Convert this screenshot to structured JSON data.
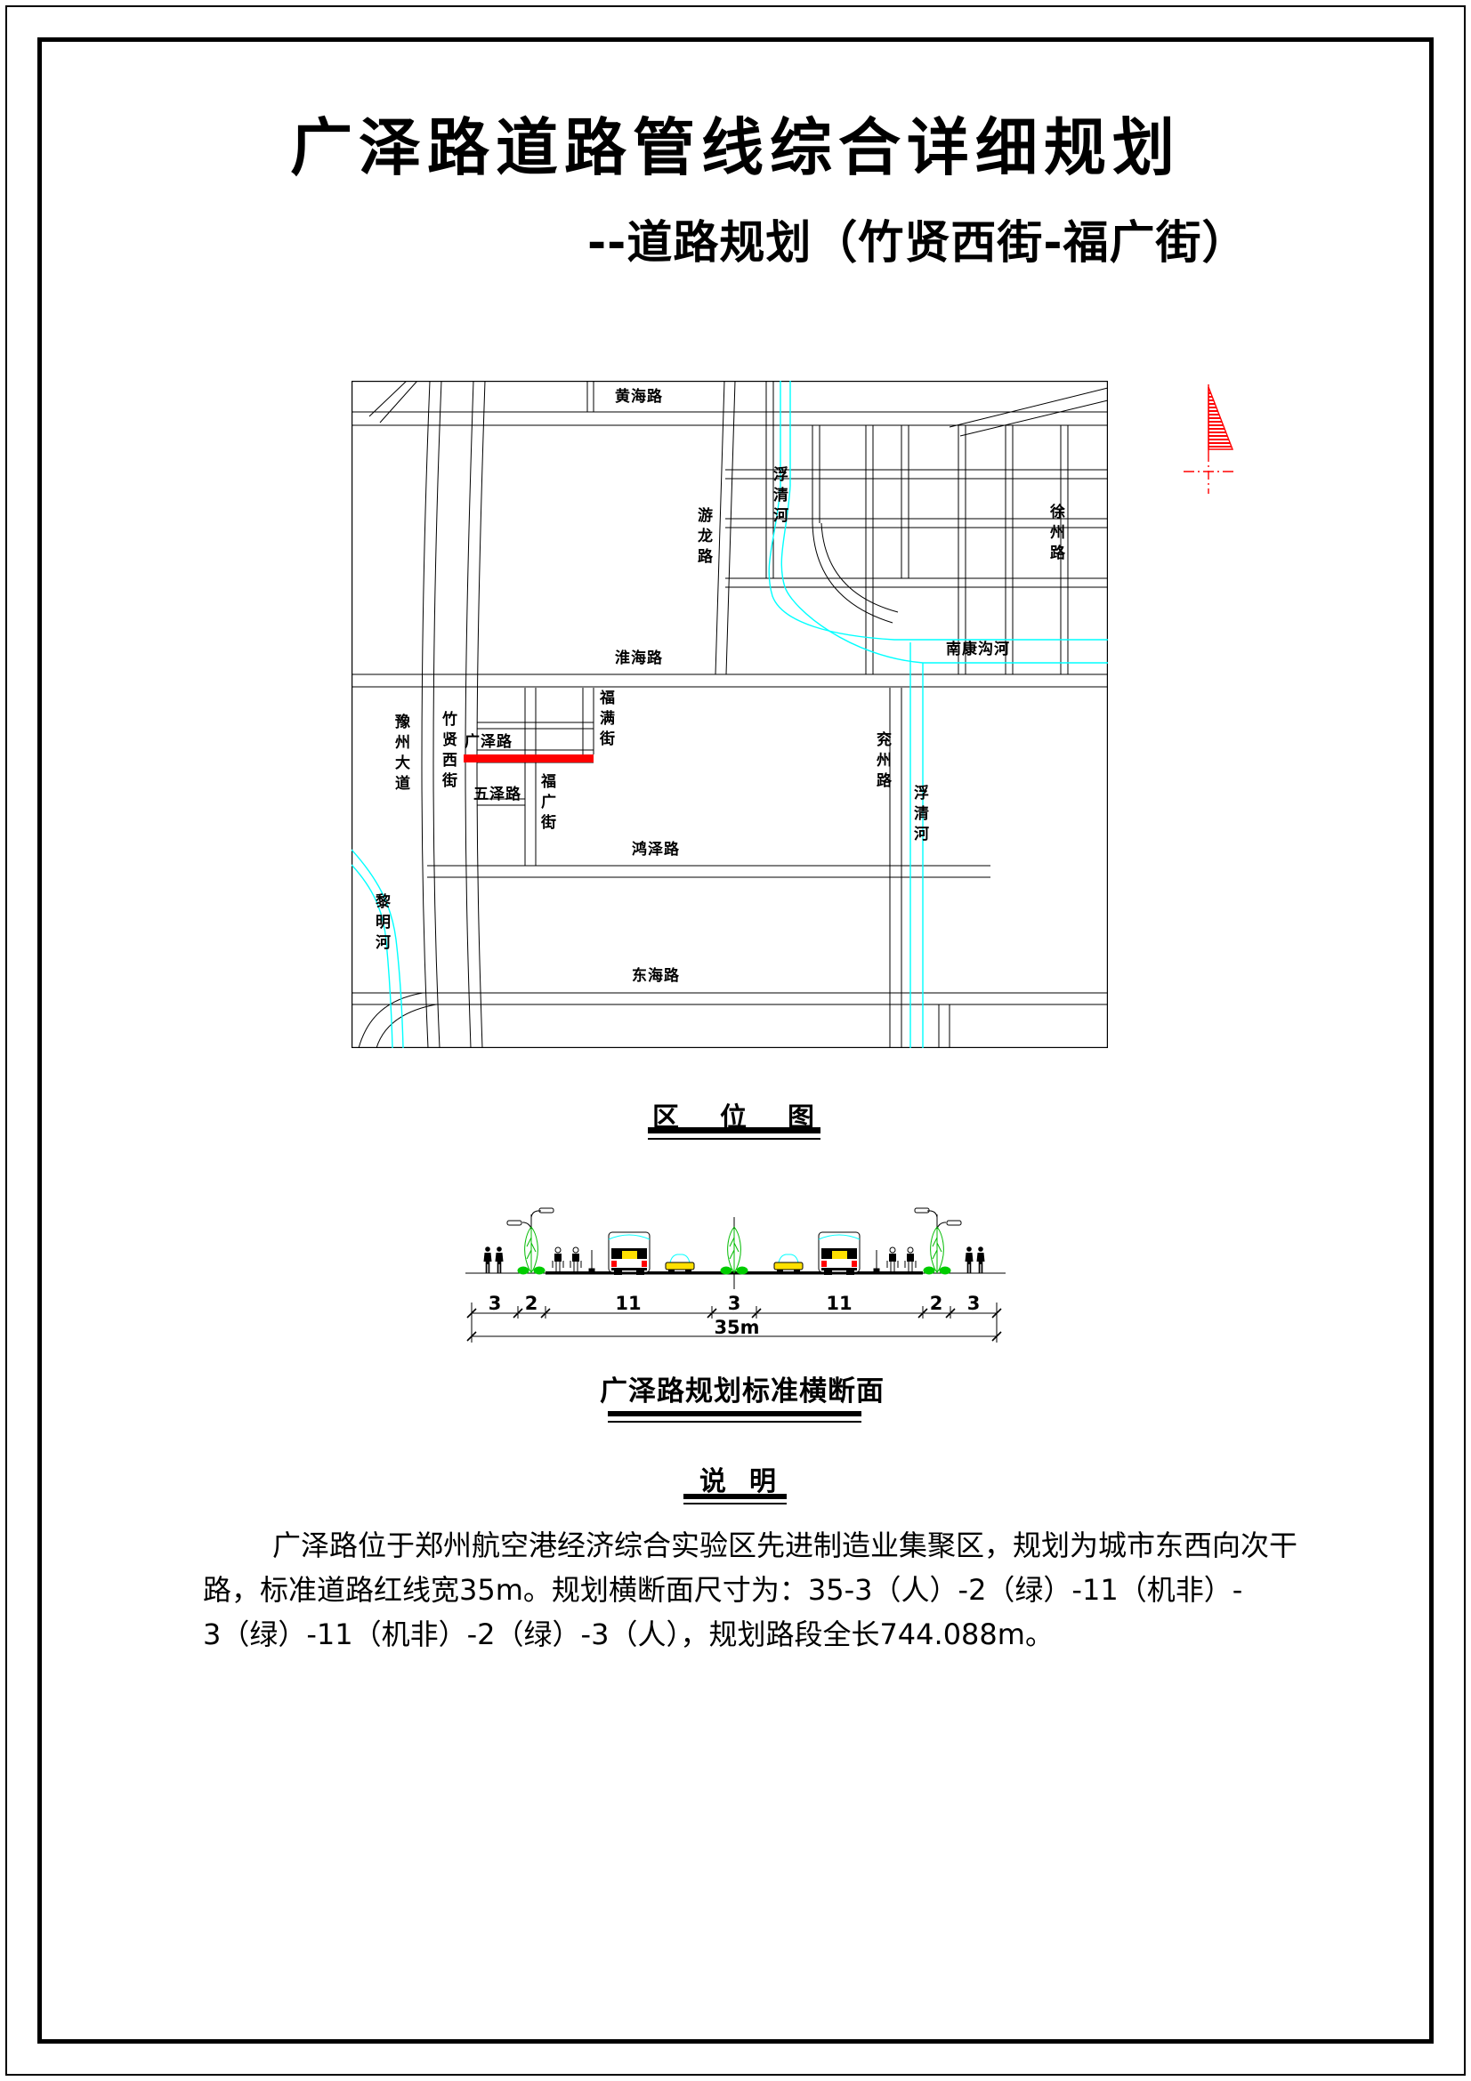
{
  "page": {
    "title": "广泽路道路管线综合详细规划",
    "subtitle": "--道路规划（竹贤西街-福广街）"
  },
  "map": {
    "caption": "区位图",
    "labels": [
      {
        "id": "huanghai-road",
        "text": "黄海路",
        "orientation": "horizontal"
      },
      {
        "id": "youlong-road",
        "text": "游龙路",
        "orientation": "vertical"
      },
      {
        "id": "fuqing-river-upper",
        "text": "浮清河",
        "orientation": "vertical"
      },
      {
        "id": "xuzhou-road",
        "text": "徐州路",
        "orientation": "vertical"
      },
      {
        "id": "huaihai-road",
        "text": "淮海路",
        "orientation": "horizontal"
      },
      {
        "id": "nankanggou-river",
        "text": "南康沟河",
        "orientation": "horizontal"
      },
      {
        "id": "fuman-street",
        "text": "福满街",
        "orientation": "vertical"
      },
      {
        "id": "zhuxian-west-street",
        "text": "竹贤西街",
        "orientation": "vertical"
      },
      {
        "id": "guangze-road",
        "text": "广泽路",
        "orientation": "horizontal"
      },
      {
        "id": "yuzhou-avenue",
        "text": "豫州大道",
        "orientation": "vertical"
      },
      {
        "id": "wuze-road",
        "text": "五泽路",
        "orientation": "horizontal"
      },
      {
        "id": "fuguang-street",
        "text": "福广街",
        "orientation": "vertical"
      },
      {
        "id": "yanzhou-road",
        "text": "兖州路",
        "orientation": "vertical"
      },
      {
        "id": "fuqing-river-lower",
        "text": "浮清河",
        "orientation": "vertical"
      },
      {
        "id": "hongze-road",
        "text": "鸿泽路",
        "orientation": "horizontal"
      },
      {
        "id": "liming-river",
        "text": "黎明河",
        "orientation": "vertical"
      },
      {
        "id": "donghai-road",
        "text": "东海路",
        "orientation": "horizontal"
      }
    ]
  },
  "cross_section": {
    "caption": "广泽路规划标准横断面",
    "dims": [
      "3",
      "2",
      "11",
      "3",
      "11",
      "2",
      "3"
    ],
    "total": "35m"
  },
  "notes": {
    "heading": "说明",
    "lines": [
      "广泽路位于郑州航空港经济综合实验区先进制造业集聚区，规划为城市东西向次干",
      "路，标准道路红线宽35m。规划横断面尺寸为：35-3（人）-2（绿）-11（机非）-",
      "3（绿）-11（机非）-2（绿）-3（人），规划路段全长744.088m。"
    ]
  },
  "colors": {
    "highlight_red": "#FF0000",
    "river_cyan": "#00FFFF",
    "tree_green": "#00BB00",
    "vehicle_yellow": "#FFE000",
    "line_black": "#000000"
  }
}
